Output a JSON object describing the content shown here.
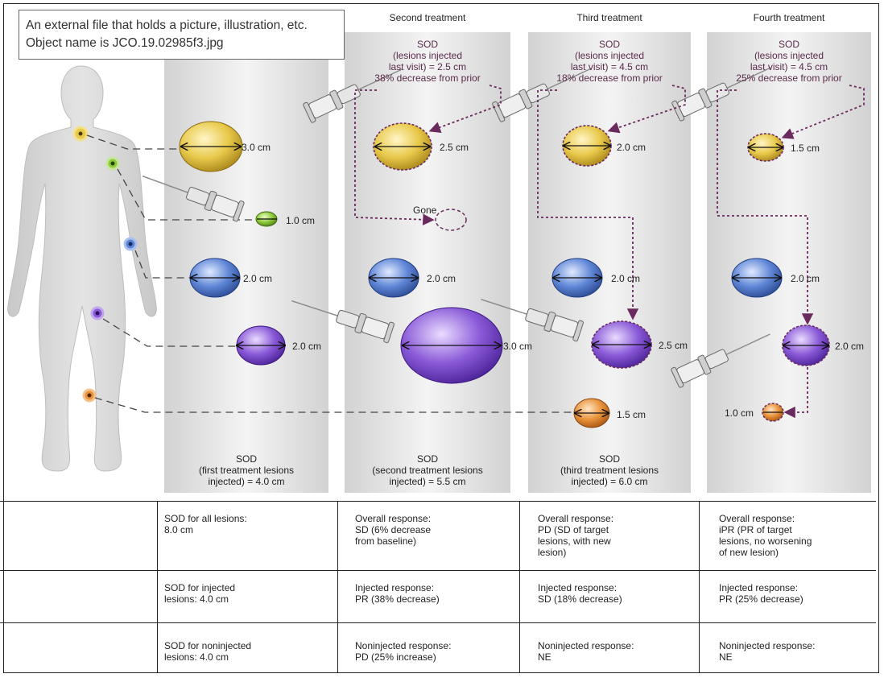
{
  "caption": {
    "line1": "An external file that holds a picture, illustration, etc.",
    "line2": "Object name is JCO.19.02985f3.jpg"
  },
  "columns": [
    {
      "title": "",
      "sod_top": "",
      "sod_bottom": "SOD\n(first treatment lesions\ninjected) = 4.0 cm"
    },
    {
      "title": "Second treatment",
      "sod_top": "SOD\n(lesions injected\nlast visit) = 2.5 cm\n38% decrease from prior",
      "sod_bottom": "SOD\n(second treatment lesions\ninjected) = 5.5 cm"
    },
    {
      "title": "Third treatment",
      "sod_top": "SOD\n(lesions injected\nlast visit) = 4.5 cm\n18% decrease from prior",
      "sod_bottom": "SOD\n(third treatment lesions\ninjected) = 6.0 cm"
    },
    {
      "title": "Fourth treatment",
      "sod_top": "SOD\n(lesions injected\nlast visit) = 4.5 cm\n25% decrease from prior",
      "sod_bottom": ""
    }
  ],
  "lesion_labels": {
    "c1": [
      "3.0 cm",
      "1.0 cm",
      "2.0 cm",
      "2.0 cm"
    ],
    "c2": [
      "2.5 cm",
      "Gone",
      "2.0 cm",
      "3.0 cm"
    ],
    "c3": [
      "2.0 cm",
      "2.0 cm",
      "2.5 cm",
      "1.5 cm"
    ],
    "c4": [
      "1.5 cm",
      "2.0 cm",
      "2.0 cm",
      "1.0 cm"
    ]
  },
  "colors": {
    "yellow": "#e8c94a",
    "green": "#8cc83a",
    "blue": "#5f86d6",
    "purple": "#8a5ad8",
    "orange": "#e8923a",
    "arrow": "#6b2a5e",
    "panel": "#dcdcdc",
    "body": "#d4d4d4"
  },
  "table": [
    [
      "SOD for all lesions:\n8.0 cm",
      "Overall response:\nSD (6% decrease\nfrom baseline)",
      "Overall response:\nPD (SD of target\nlesions, with new\nlesion)",
      "Overall response:\niPR (PR of target\nlesions, no worsening\nof new lesion)"
    ],
    [
      "SOD for injected\nlesions: 4.0 cm",
      "Injected response:\nPR (38% decrease)",
      "Injected response:\nSD (18% decrease)",
      "Injected response:\nPR (25% decrease)"
    ],
    [
      "SOD for noninjected\nlesions: 4.0 cm",
      "Noninjected response:\nPD (25% increase)",
      "Noninjected response:\nNE",
      "Noninjected response:\nNE"
    ]
  ]
}
